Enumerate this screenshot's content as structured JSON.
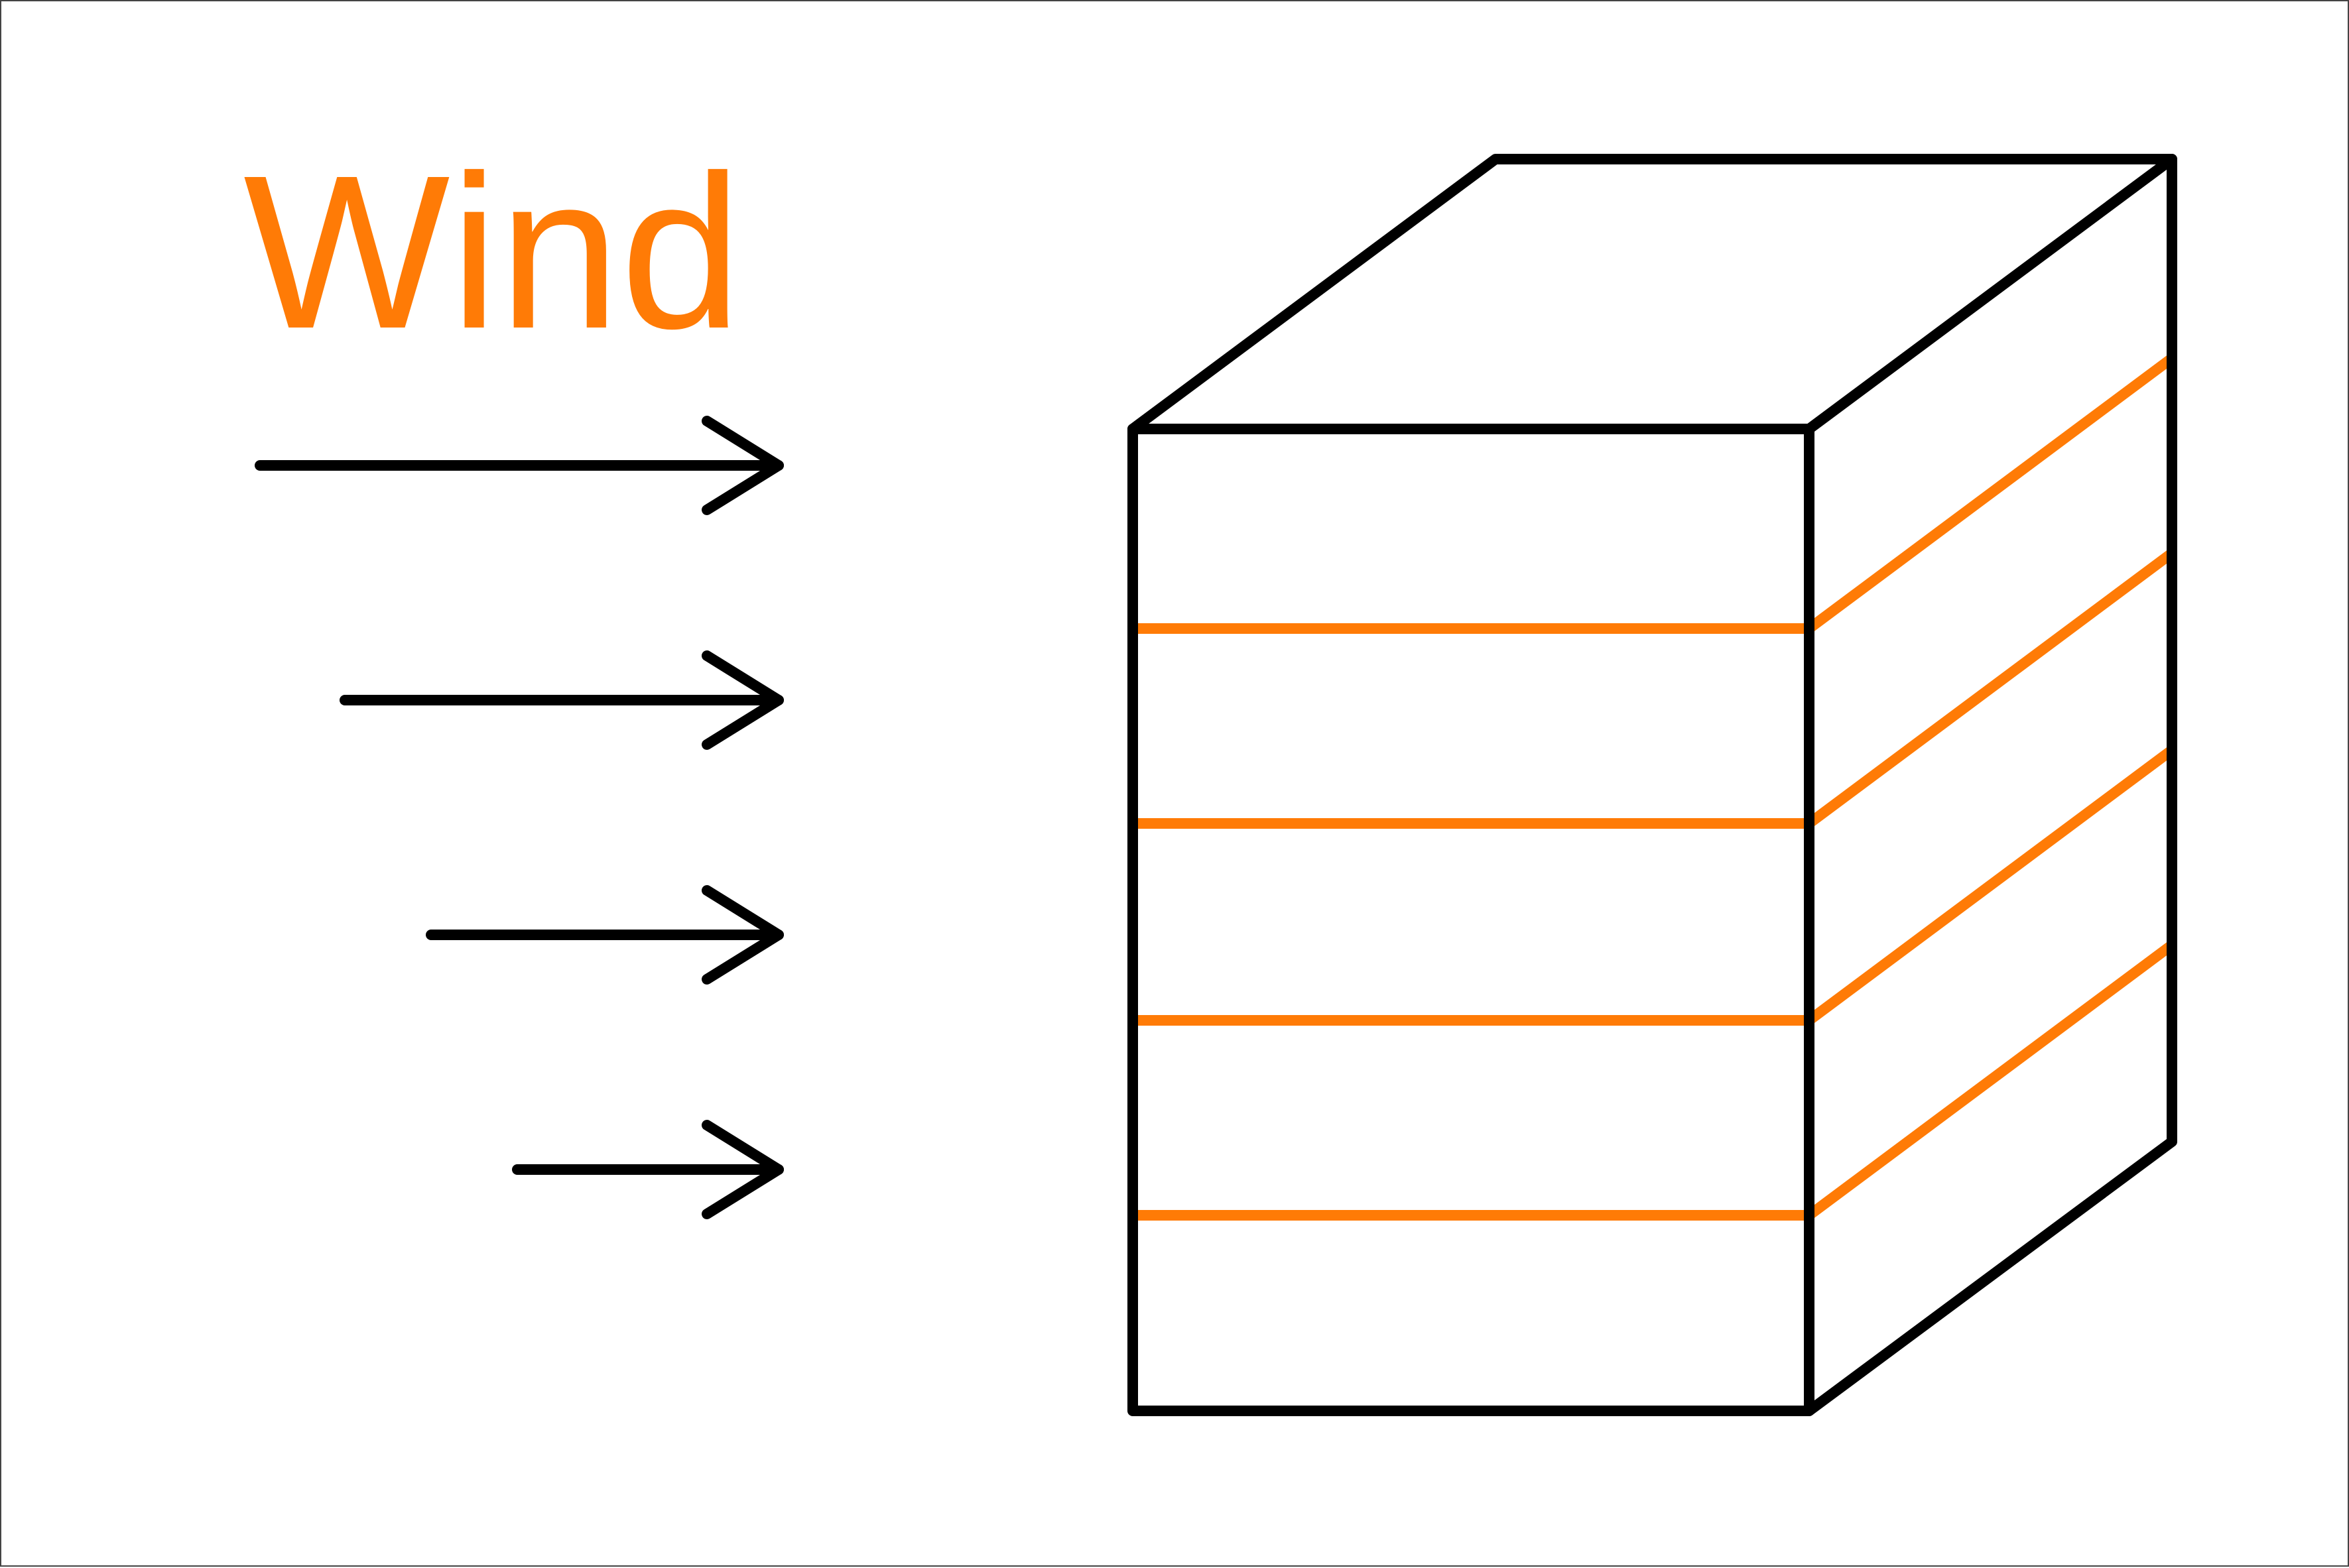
{
  "label": "Wind",
  "colors": {
    "label": "#ff7b06",
    "outline": "#000000",
    "floor_lines": "#ff7b06",
    "background": "#ffffff"
  },
  "wind_arrow_count": 4,
  "floor_line_count": 4
}
